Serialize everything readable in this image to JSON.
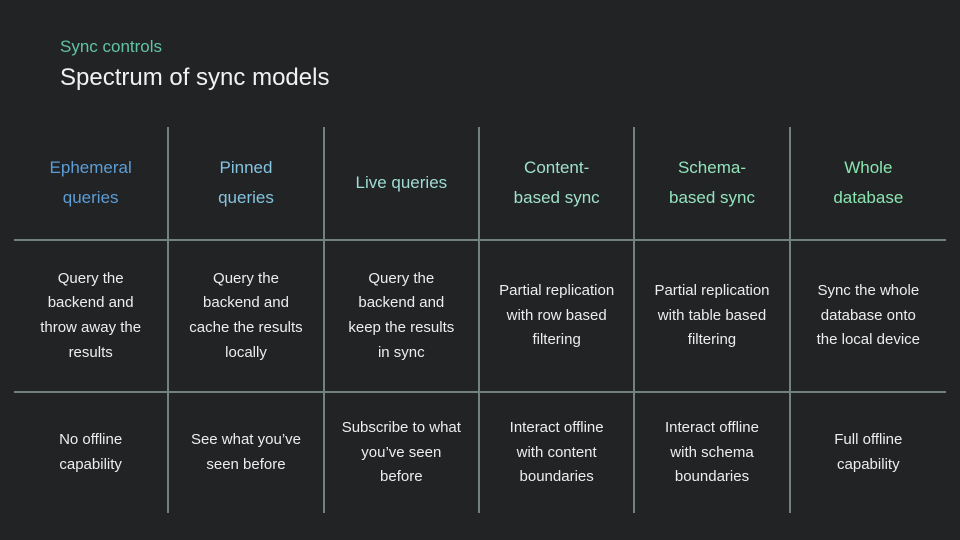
{
  "slide": {
    "kicker": "Sync controls",
    "title": "Spectrum of sync models"
  },
  "colors": {
    "background": "#212325",
    "kicker_text": "#62c3a1",
    "title_text": "#f1f1f1",
    "body_text": "#ededed",
    "grid_line": "#71817b"
  },
  "table": {
    "row_semantics": [
      "header",
      "sync behavior",
      "offline capability"
    ],
    "columns": [
      {
        "header": "Ephemeral queries",
        "header_color": "#5d9dd6",
        "behavior": "Query the backend and throw away the results",
        "offline": "No offline capability"
      },
      {
        "header": "Pinned queries",
        "header_color": "#85c4e0",
        "behavior": "Query the backend and cache the results locally",
        "offline": "See what you’ve seen before"
      },
      {
        "header": "Live queries",
        "header_color": "#9fdcd3",
        "behavior": "Query the backend and keep the results in sync",
        "offline": "Subscribe to what you’ve seen before"
      },
      {
        "header": "Content-based sync",
        "header_color": "#a0e2c8",
        "behavior": "Partial replication with row based filtering",
        "offline": "Interact offline with content boundaries"
      },
      {
        "header": "Schema-based sync",
        "header_color": "#94e3bc",
        "behavior": "Partial replication with table based filtering",
        "offline": "Interact offline with schema boundaries"
      },
      {
        "header": "Whole database",
        "header_color": "#8ae5b0",
        "behavior": "Sync the whole database onto the local device",
        "offline": "Full offline capability"
      }
    ]
  }
}
